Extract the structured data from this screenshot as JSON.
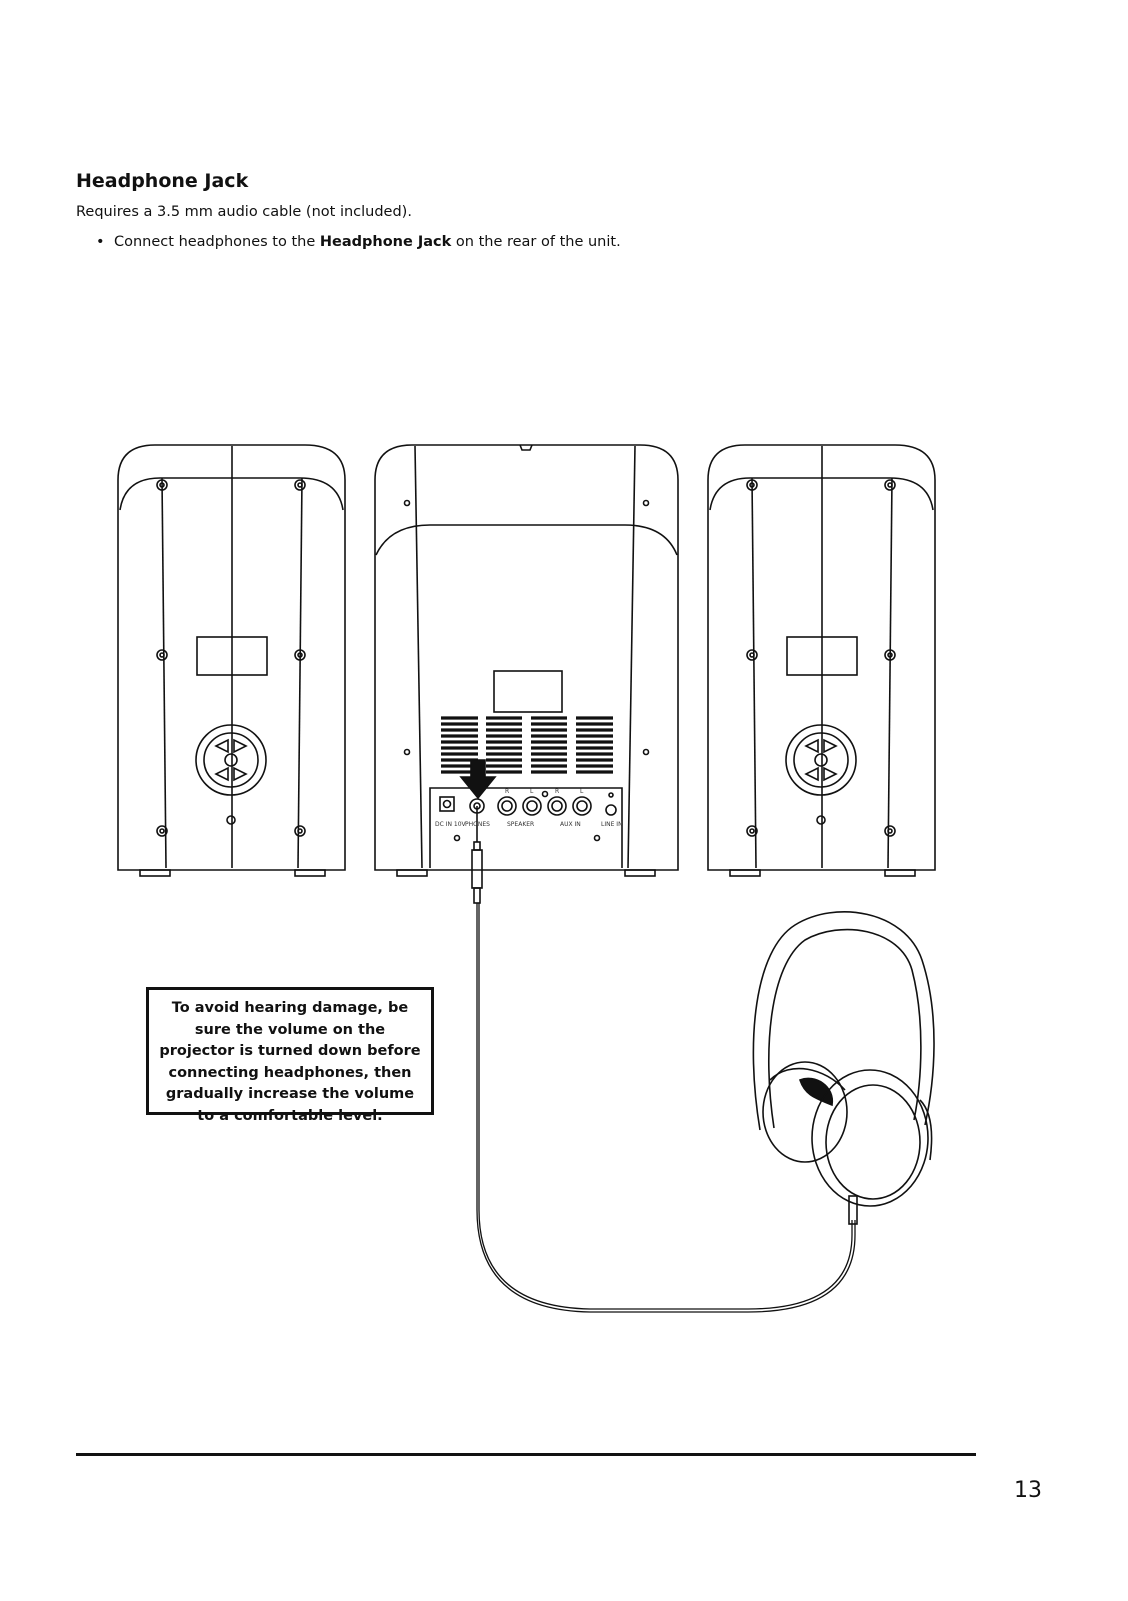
{
  "section": {
    "title": "Headphone Jack",
    "intro": "Requires a 3.5 mm audio cable (not included).",
    "bullet": {
      "prefix": "Connect headphones to the ",
      "emphasis": "Headphone Jack",
      "suffix": " on the rear of the unit."
    }
  },
  "figure": {
    "jack_labels": {
      "dc_in": "DC IN 10V",
      "phones": "PHONES",
      "speaker": "SPEAKER",
      "aux_in": "AUX IN",
      "line_in": "LINE IN",
      "r1": "R",
      "l1": "L",
      "r2": "R",
      "l2": "L"
    },
    "warning": "To avoid hearing damage, be sure the volume on the projector is turned down before connecting headphones, then gradually increase the volume to a comfortable level."
  },
  "footer": {
    "page_number": "13"
  }
}
